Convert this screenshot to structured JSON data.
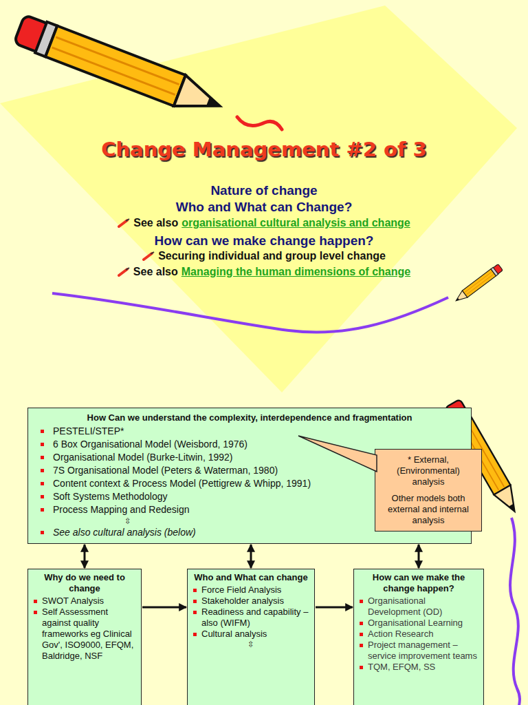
{
  "diagram": {
    "title": "Change Management #2 of 3",
    "nodes": [
      {
        "text": [
          "How Can we understand the complexity, interdependence and fragmentation",
          "PESTELI/STEP*",
          "6 Box Organisational Model (Weisbord, 1976)",
          "Organisational Model (Burke-Litwin, 1992)",
          "7S Organisational Model (Peters & Waterman, 1980)",
          "Content context & Process Model (Pettigrew & Whipp, 1991)",
          "Soft Systems Methodology",
          "Process Mapping and Redesign",
          "See also cultural analysis (below)"
        ]
      },
      {
        "text": [
          "* External, (Environmental) analysis",
          "Other models both external and internal analysis"
        ]
      },
      {
        "text": [
          "Why do we need to change",
          "SWOT Analysis",
          "Self Assessment against quality frameworks eg Clinical Gov', ISO9000, EFQM, Baldridge, NSF"
        ]
      },
      {
        "text": [
          "Who and What can change",
          "Force Field Analysis",
          "Stakeholder analysis",
          "Readiness and capability – also (WIFM)",
          "Cultural analysis"
        ]
      },
      {
        "text": [
          "How can we make the change happen?",
          "Organisational Development (OD)",
          "Organisational Learning",
          "Action Research",
          "Project management – service improvement teams",
          "TQM, EFQM, SS"
        ]
      }
    ],
    "edges": [
      {
        "from": 0,
        "to": 2,
        "arrow": "both"
      },
      {
        "from": 0,
        "to": 3,
        "arrow": "both"
      },
      {
        "from": 0,
        "to": 4,
        "arrow": "both"
      },
      {
        "from": 2,
        "to": 3,
        "arrow": "to"
      },
      {
        "from": 3,
        "to": 4,
        "arrow": "to"
      }
    ],
    "labels": [
      "Nature of change",
      "Who and What can Change?",
      "See also",
      "organisational cultural analysis and change",
      "How can we make change happen?",
      "Securing individual and group level change",
      "See also",
      "Managing the human dimensions of change",
      "⇳",
      "⇳"
    ]
  }
}
